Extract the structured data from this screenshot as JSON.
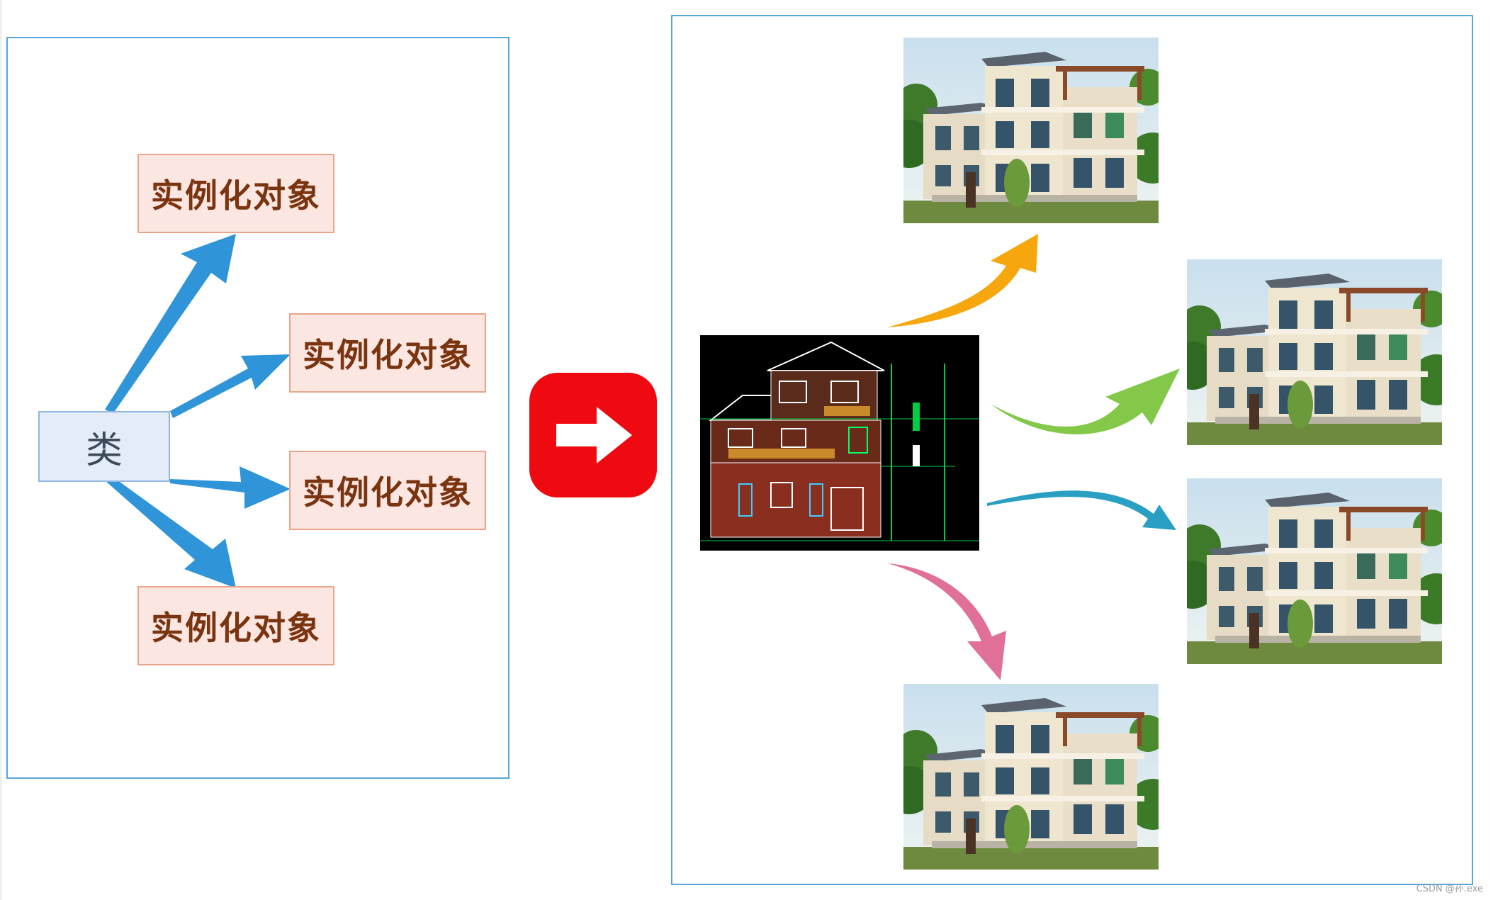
{
  "class_label": "类",
  "object_labels": [
    "实例化对象",
    "实例化对象",
    "实例化对象",
    "实例化对象"
  ],
  "arrow_colors": {
    "left_diagram": "#2f95d8",
    "orange": "#f5a70d",
    "green": "#84c84a",
    "teal": "#2a9fc4",
    "pink": "#e0709a",
    "red_button": "#ee0a10"
  },
  "images": {
    "blueprint": "house-blueprint-icon",
    "house": "house-photo-icon"
  },
  "watermark": "CSDN @孙.exe"
}
